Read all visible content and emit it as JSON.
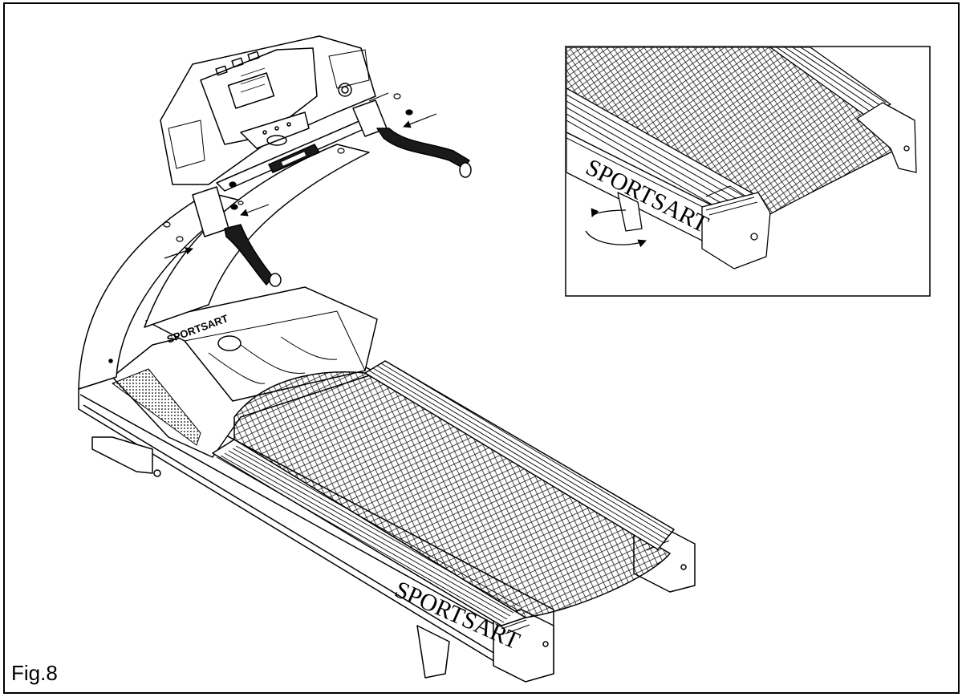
{
  "figure": {
    "label": "Fig.8"
  },
  "main_illustration": {
    "brand_side": "SPORTSART",
    "brand_hood": "SPORTSART"
  },
  "inset_detail": {
    "brand_side": "SPORTSART"
  },
  "colors": {
    "line": "#000000",
    "background": "#ffffff",
    "handle_fill": "#1a1a1a"
  }
}
